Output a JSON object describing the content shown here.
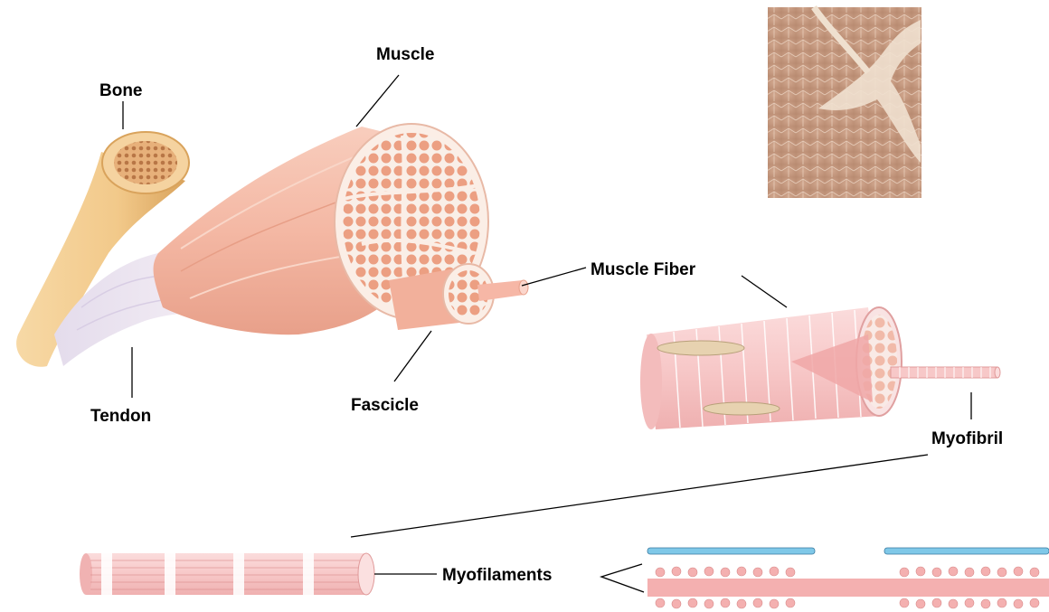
{
  "labels": {
    "bone": "Bone",
    "muscle": "Muscle",
    "tendon": "Tendon",
    "fascicle": "Fascicle",
    "muscle_fiber": "Muscle Fiber",
    "myofibril": "Myofibril",
    "myofilaments": "Myofilaments"
  },
  "colors": {
    "bone": "#f2c98a",
    "bone_dark": "#d9a35c",
    "muscle": "#f4b8a4",
    "muscle_dark": "#e8927a",
    "tendon": "#ede6f2",
    "fiber": "#f7c8c8",
    "fiber_stripe": "#ffffff",
    "micrograph": "#c99a80",
    "actin": "#7fc8e8",
    "myosin": "#f4b0b0"
  },
  "icons": {
    "micrograph": "micrograph-image"
  }
}
